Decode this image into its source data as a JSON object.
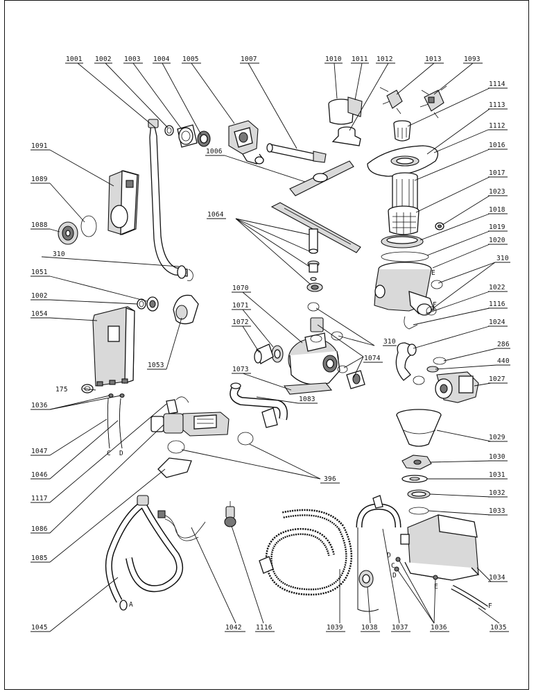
{
  "labels": {
    "l1001": "1001",
    "l1002a": "1002",
    "l1003": "1003",
    "l1004": "1004",
    "l1005": "1005",
    "l1007": "1007",
    "l1010": "1010",
    "l1011": "1011",
    "l1012": "1012",
    "l1013": "1013",
    "l1093": "1093",
    "l1114": "1114",
    "l1113": "1113",
    "l1112": "1112",
    "l1016": "1016",
    "l1017": "1017",
    "l1023": "1023",
    "l1018": "1018",
    "l1019": "1019",
    "l1020": "1020",
    "l310r": "310",
    "l1022": "1022",
    "l1116r": "1116",
    "l1024": "1024",
    "l286": "286",
    "l440": "440",
    "l1027": "1027",
    "l1091": "1091",
    "l1089": "1089",
    "l1088": "1088",
    "l310l": "310",
    "l1006": "1006",
    "l1064": "1064",
    "l1051": "1051",
    "l1002b": "1002",
    "l1054": "1054",
    "l1070": "1070",
    "l1071": "1071",
    "l1072": "1072",
    "l310m": "310",
    "l1074": "1074",
    "l1053": "1053",
    "l1073": "1073",
    "l1083": "1083",
    "l175": "175",
    "l1036l": "1036",
    "l1047": "1047",
    "l1046": "1046",
    "l1117": "1117",
    "l1086": "1086",
    "l396": "396",
    "l1085": "1085",
    "l1029": "1029",
    "l1030": "1030",
    "l1031": "1031",
    "l1032": "1032",
    "l1033": "1033",
    "l1034": "1034",
    "l1045": "1045",
    "l1042": "1042",
    "l1116b": "1116",
    "l1039": "1039",
    "l1038": "1038",
    "l1037": "1037",
    "l1036b": "1036",
    "l1035": "1035"
  },
  "letters": {
    "C1": "C",
    "D1": "D",
    "A": "A",
    "E1": "E",
    "F1": "F",
    "D2": "D",
    "C2": "C",
    "D3": "D",
    "E2": "E",
    "F2": "F"
  }
}
